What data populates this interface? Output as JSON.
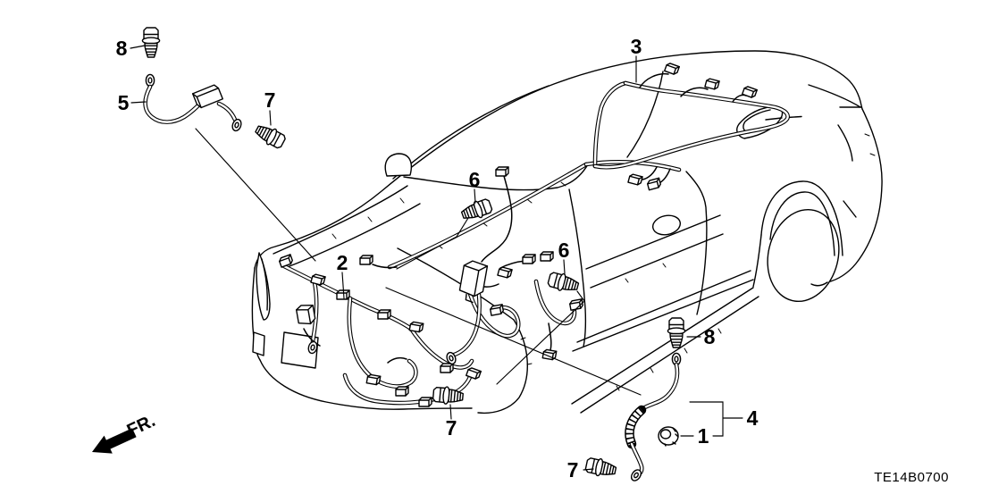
{
  "diagram": {
    "code": "TE14B0700",
    "fr_label": "FR.",
    "colors": {
      "line": "#000000",
      "background": "#ffffff"
    },
    "callouts": [
      {
        "text": "8",
        "target": "flange-bolt-top-left"
      },
      {
        "text": "5",
        "target": "ground-cable-front"
      },
      {
        "text": "7",
        "target": "bolt-top-left"
      },
      {
        "text": "3",
        "target": "roof-wire-harness"
      },
      {
        "text": "6",
        "target": "bolt-cowl"
      },
      {
        "text": "2",
        "target": "front-wire-harness"
      },
      {
        "text": "6",
        "target": "bolt-door"
      },
      {
        "text": "8",
        "target": "flange-bolt-rear"
      },
      {
        "text": "4",
        "target": "ground-cable-rear"
      },
      {
        "text": "1",
        "target": "grommet-connector"
      },
      {
        "text": "7",
        "target": "bolt-bumper"
      },
      {
        "text": "7",
        "target": "bolt-rear-cable"
      }
    ]
  }
}
